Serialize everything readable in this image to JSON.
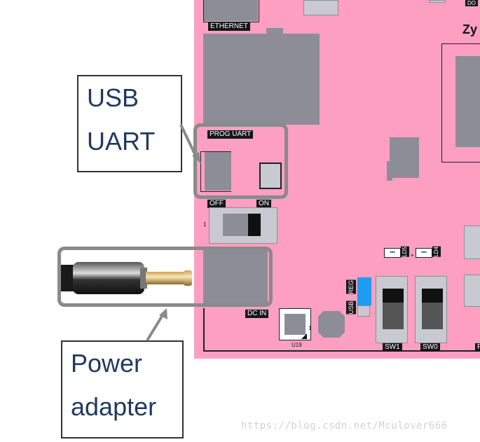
{
  "board": {
    "silkscreen": {
      "ethernet": "ETHERNET",
      "prog_uart": "PROG UART",
      "off": "OFF",
      "on": "ON",
      "dc_in": "DC IN",
      "sw1": "SW1",
      "sw0": "SW0",
      "reg": "REG",
      "usb": "USB",
      "ld5": "LD5",
      "ld4": "LD4",
      "u19": "U19",
      "zy": "Zy",
      "dot": "1"
    },
    "colors": {
      "board": "#fd9fc1",
      "component": "#8d8d98",
      "usb_indicator": "#1e9cf0"
    }
  },
  "callouts": {
    "usb_uart": {
      "line1": "USB",
      "line2": "UART"
    },
    "power_adapter": {
      "line1": "Power",
      "line2": "adapter"
    }
  },
  "watermark": "https://blog.csdn.net/Mculover666"
}
